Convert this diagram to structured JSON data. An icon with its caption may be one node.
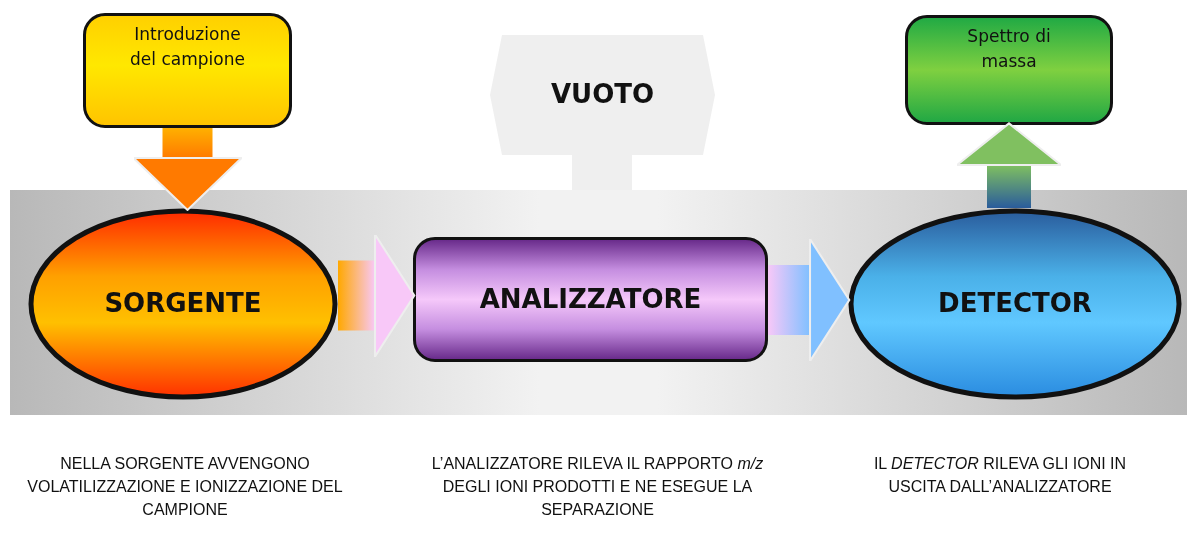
{
  "diagram": {
    "nodes": [
      {
        "text": [
          "Introduzione del campione"
        ]
      },
      {
        "text": [
          "VUOTO"
        ]
      },
      {
        "text": [
          "Spettro di massa"
        ]
      },
      {
        "text": [
          "SORGENTE"
        ]
      },
      {
        "text": [
          "ANALIZZATORE"
        ]
      },
      {
        "text": [
          "DETECTOR"
        ]
      }
    ],
    "edges": [
      {
        "from": 0,
        "to": 3,
        "arrow": "to"
      },
      {
        "from": 3,
        "to": 4,
        "arrow": "to"
      },
      {
        "from": 4,
        "to": 5,
        "arrow": "to"
      },
      {
        "from": 5,
        "to": 2,
        "arrow": "to"
      }
    ],
    "labels": [
      "NELLA SORGENTE AVVENGONO VOLATILIZZAZIONE E IONIZZAZIONE DEL CAMPIONE",
      "L’ANALIZZATORE RILEVA IL RAPPORTO *m/z* DEGLI IONI PRODOTTI E NE ESEGUE LA SEPARAZIONE",
      "IL *DETECTOR* RILEVA GLI IONI IN USCITA DALL’ANALIZZATORE"
    ]
  }
}
